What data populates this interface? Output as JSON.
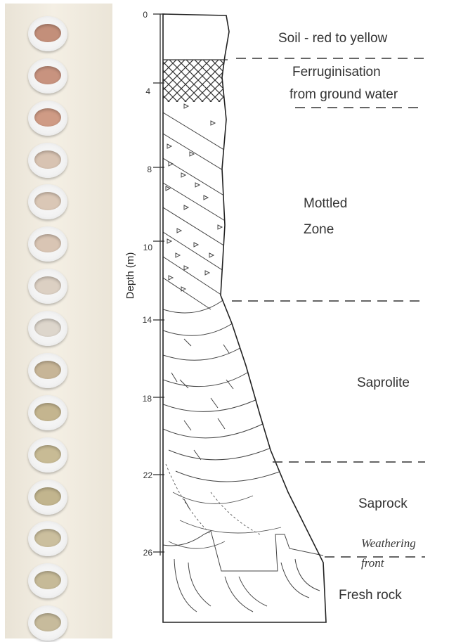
{
  "photo": {
    "sample_colors": [
      "#c38f7a",
      "#c8937f",
      "#cf9b85",
      "#d8c3b2",
      "#dac7b6",
      "#d9c5b4",
      "#dcd0c3",
      "#ddd6cc",
      "#c7b597",
      "#c4b58f",
      "#c8bb95",
      "#c2b58e",
      "#cbbf9e",
      "#c6ba98",
      "#c7bb9c"
    ]
  },
  "profile": {
    "axis_title": "Depth (m)",
    "ticks": [
      "0",
      "4",
      "8",
      "10",
      "14",
      "18",
      "22",
      "26"
    ],
    "zones": {
      "soil": "Soil - red to yellow",
      "ferruginisation_line1": "Ferruginisation",
      "ferruginisation_line2": "from ground water",
      "mottled_line1": "Mottled",
      "mottled_line2": "Zone",
      "saprolite": "Saprolite",
      "saprock": "Saprock",
      "weathering_line1": "Weathering",
      "weathering_line2": "front",
      "fresh_rock": "Fresh rock"
    }
  }
}
